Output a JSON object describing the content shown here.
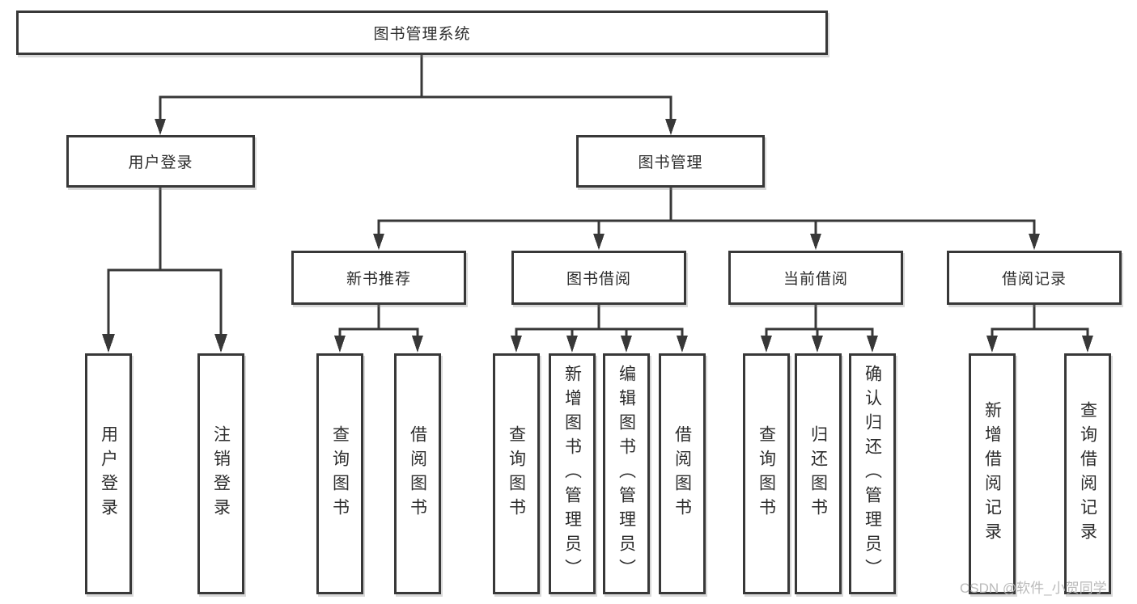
{
  "colors": {
    "line": "#383838",
    "text": "#2d2d2d",
    "box_background": "#ffffff",
    "watermark": "#b6b6b6"
  },
  "watermark": {
    "text": "CSDN @软件_小贺同学"
  },
  "tree": {
    "root": "图书管理系统",
    "children": [
      {
        "label": "用户登录",
        "children": [
          "用户登录",
          "注销登录"
        ]
      },
      {
        "label": "图书管理",
        "children": [
          {
            "label": "新书推荐",
            "children": [
              "查询图书",
              "借阅图书"
            ]
          },
          {
            "label": "图书借阅",
            "children": [
              "查询图书",
              "新增图书（管理员）",
              "编辑图书（管理员）",
              "借阅图书"
            ]
          },
          {
            "label": "当前借阅",
            "children": [
              "查询图书",
              "归还图书",
              "确认归还（管理员）"
            ]
          },
          {
            "label": "借阅记录",
            "children": [
              "新增借阅记录",
              "查询借阅记录"
            ]
          }
        ]
      }
    ]
  }
}
